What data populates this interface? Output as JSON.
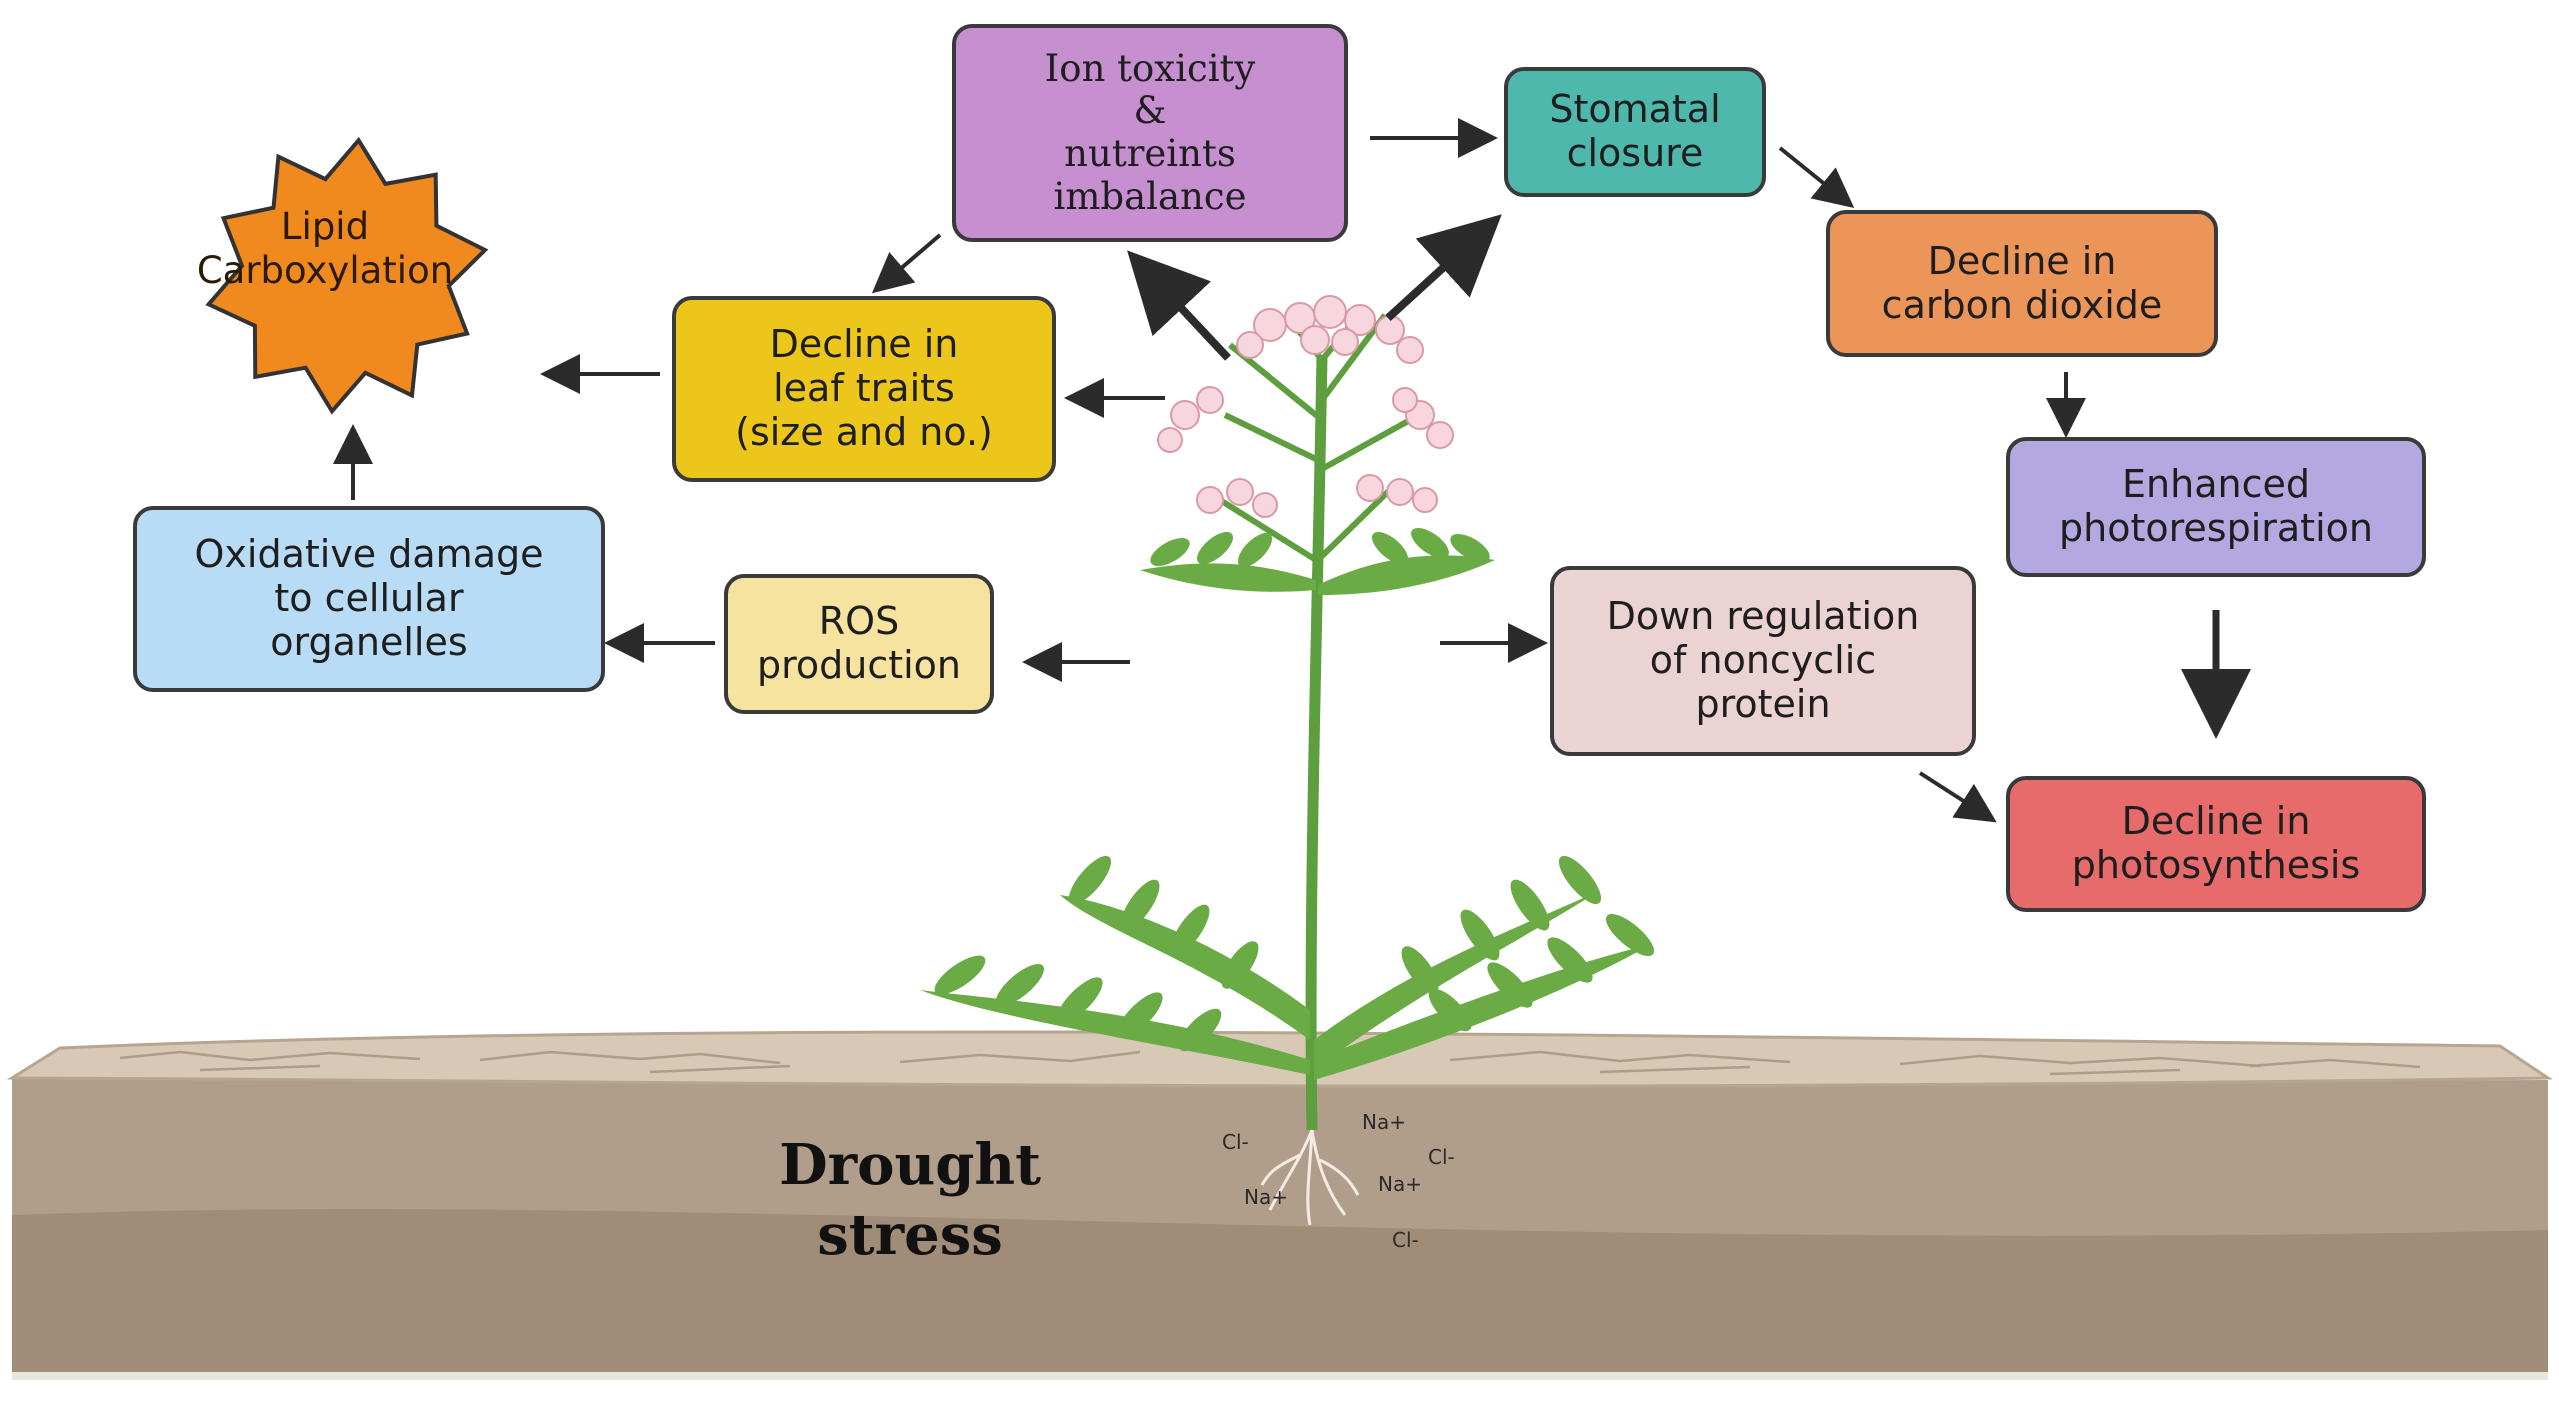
{
  "diagram": {
    "stress_label": "Drought\nstress",
    "nodes": {
      "lipid": {
        "text": "Lipid\nCarboxylation",
        "color": "#f0891f"
      },
      "ion_toxicity": {
        "text": "Ion toxicity\n&\nnutreints\nimbalance",
        "color": "#c58fd0"
      },
      "stomatal": {
        "text": "Stomatal\nclosure",
        "color": "#4fb8ad"
      },
      "co2": {
        "text": "Decline in\ncarbon dioxide",
        "color": "#ec9559"
      },
      "photoresp": {
        "text": "Enhanced\nphotorespiration",
        "color": "#b3a8e0"
      },
      "leaf": {
        "text": "Decline in\nleaf traits\n(size and no.)",
        "color": "#ecc61b"
      },
      "oxidative": {
        "text": "Oxidative damage\nto cellular\norganelles",
        "color": "#b8dcf5"
      },
      "ros": {
        "text": "ROS\nproduction",
        "color": "#f6e3a0"
      },
      "downreg": {
        "text": "Down regulation\nof noncyclic\nprotein",
        "color": "#ebd3d3"
      },
      "photosyn": {
        "text": "Decline in\nphotosynthesis",
        "color": "#e76b6b"
      }
    },
    "ions": {
      "cl1": "Cl-",
      "na1": "Na+",
      "cl2": "Cl-",
      "na2": "Na+",
      "na3": "Na+",
      "cl3": "Cl-"
    }
  }
}
